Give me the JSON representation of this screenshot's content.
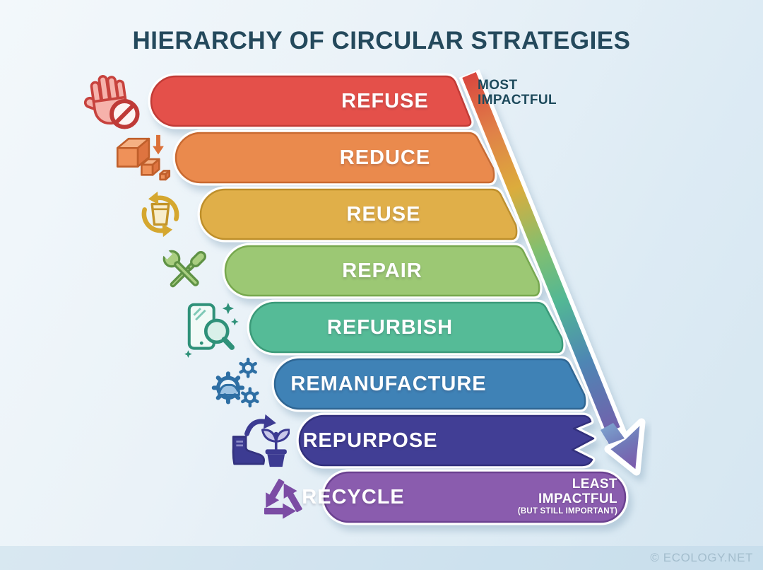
{
  "title": "HIERARCHY OF CIRCULAR STRATEGIES",
  "most_impactful": {
    "line1": "MOST",
    "line2": "IMPACTFUL"
  },
  "least_impactful": {
    "line1": "LEAST",
    "line2": "IMPACTFUL",
    "line3": "(BUT STILL IMPORTANT)"
  },
  "footer": "© ECOLOGY.NET",
  "strategies": [
    {
      "label": "REFUSE",
      "color": "#e4504a",
      "icon": "hand-stop-ban"
    },
    {
      "label": "REDUCE",
      "color": "#ea8a4d",
      "icon": "shrinking-boxes-down-arrow"
    },
    {
      "label": "REUSE",
      "color": "#e0af49",
      "icon": "cup-cycle-arrows"
    },
    {
      "label": "REPAIR",
      "color": "#9cc874",
      "icon": "crossed-screwdriver-wrench"
    },
    {
      "label": "REFURBISH",
      "color": "#55bb97",
      "icon": "device-magnifier-sparkles"
    },
    {
      "label": "REMANUFACTURE",
      "color": "#3f82b6",
      "icon": "gears-car"
    },
    {
      "label": "REPURPOSE",
      "color": "#413e95",
      "icon": "boot-to-plant-arrow"
    },
    {
      "label": "RECYCLE",
      "color": "#8a5cae",
      "icon": "recycling-triangle-arrows"
    }
  ],
  "arrow": {
    "from": "MOST IMPACTFUL",
    "to": "LEAST IMPACTFUL (BUT STILL IMPORTANT)",
    "gradient": [
      "#d9473f",
      "#e08148",
      "#dcac3c",
      "#83bf6f",
      "#52b795",
      "#4e86b4",
      "#7e55a9"
    ]
  }
}
